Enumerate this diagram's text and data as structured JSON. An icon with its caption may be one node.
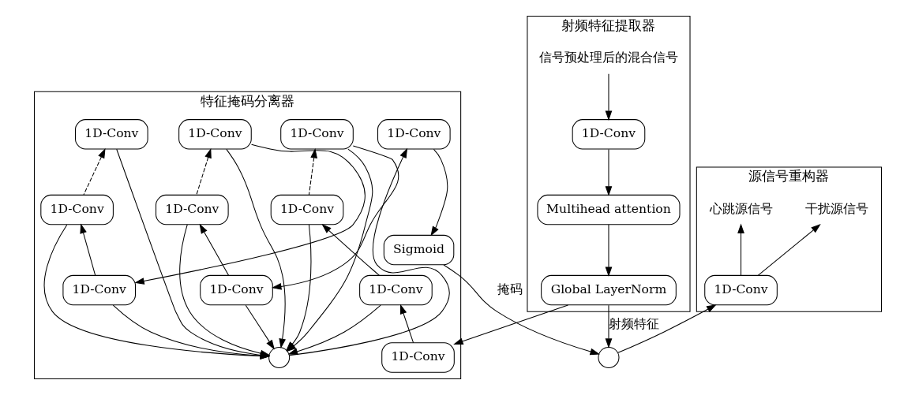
{
  "diagram": {
    "nodes": [
      {
        "text": [
          "射频特征提取器"
        ]
      },
      {
        "text": [
          "信号预处理后的混合信号"
        ],
        "in": 0
      },
      {
        "text": [
          "1D-Conv"
        ],
        "in": 0
      },
      {
        "text": [
          "Multihead attention"
        ],
        "in": 0
      },
      {
        "text": [
          "Global LayerNorm"
        ],
        "in": 0
      },
      {
        "text": [
          "特征掩码分离器"
        ]
      },
      {
        "text": [
          "1D-Conv"
        ],
        "in": 5
      },
      {
        "text": [
          "1D-Conv"
        ],
        "in": 5
      },
      {
        "text": [
          "1D-Conv"
        ],
        "in": 5
      },
      {
        "text": [
          "1D-Conv"
        ],
        "in": 5
      },
      {
        "text": [
          "1D-Conv"
        ],
        "in": 5
      },
      {
        "text": [
          "1D-Conv"
        ],
        "in": 5
      },
      {
        "text": [
          "1D-Conv"
        ],
        "in": 5
      },
      {
        "text": [
          "1D-Conv"
        ],
        "in": 5
      },
      {
        "text": [
          "1D-Conv"
        ],
        "in": 5
      },
      {
        "text": [
          "1D-Conv"
        ],
        "in": 5
      },
      {
        "text": [
          "Sigmoid"
        ],
        "in": 5
      },
      {
        "text": [
          "1D-Conv"
        ],
        "in": 5
      },
      {
        "text": [],
        "shape": "circle",
        "in": 5
      },
      {
        "text": [
          "源信号重构器"
        ]
      },
      {
        "text": [
          "干扰源信号"
        ],
        "in": 19
      },
      {
        "text": [
          "心跳源信号"
        ],
        "in": 19
      },
      {
        "text": [
          "1D-Conv"
        ],
        "in": 19
      },
      {
        "text": [],
        "shape": "circle"
      }
    ],
    "edges": [
      {
        "from": 1,
        "to": 2,
        "arrow": "to"
      },
      {
        "from": 2,
        "to": 3,
        "arrow": "to"
      },
      {
        "from": 3,
        "to": 4,
        "arrow": "to"
      },
      {
        "from": 4,
        "to": 17,
        "arrow": "to"
      },
      {
        "from": 4,
        "to": 23,
        "arrow": "to",
        "label": "射频特征"
      },
      {
        "from": 17,
        "to": 13,
        "arrow": "to"
      },
      {
        "from": 13,
        "to": 10,
        "arrow": "to"
      },
      {
        "from": 10,
        "to": 6,
        "arrow": "to",
        "style": "dashed"
      },
      {
        "from": 6,
        "to": 14,
        "arrow": "to"
      },
      {
        "from": 14,
        "to": 11,
        "arrow": "to"
      },
      {
        "from": 11,
        "to": 7,
        "arrow": "to",
        "style": "dashed"
      },
      {
        "from": 7,
        "to": 15,
        "arrow": "to"
      },
      {
        "from": 15,
        "to": 12,
        "arrow": "to"
      },
      {
        "from": 12,
        "to": 8,
        "arrow": "to",
        "style": "dashed"
      },
      {
        "from": 6,
        "to": 18,
        "arrow": "to"
      },
      {
        "from": 10,
        "to": 18,
        "arrow": "to"
      },
      {
        "from": 13,
        "to": 18,
        "arrow": "to"
      },
      {
        "from": 7,
        "to": 18,
        "arrow": "to"
      },
      {
        "from": 11,
        "to": 18,
        "arrow": "to"
      },
      {
        "from": 14,
        "to": 18,
        "arrow": "to"
      },
      {
        "from": 8,
        "to": 18,
        "arrow": "to"
      },
      {
        "from": 12,
        "to": 18,
        "arrow": "to"
      },
      {
        "from": 15,
        "to": 18,
        "arrow": "to"
      },
      {
        "from": 18,
        "to": 9,
        "arrow": "to"
      },
      {
        "from": 9,
        "to": 16,
        "arrow": "to"
      },
      {
        "from": 16,
        "to": 23,
        "arrow": "to",
        "label": "掩码"
      },
      {
        "from": 23,
        "to": 22,
        "arrow": "to"
      },
      {
        "from": 22,
        "to": 20,
        "arrow": "to"
      },
      {
        "from": 22,
        "to": 21,
        "arrow": "to"
      }
    ]
  }
}
